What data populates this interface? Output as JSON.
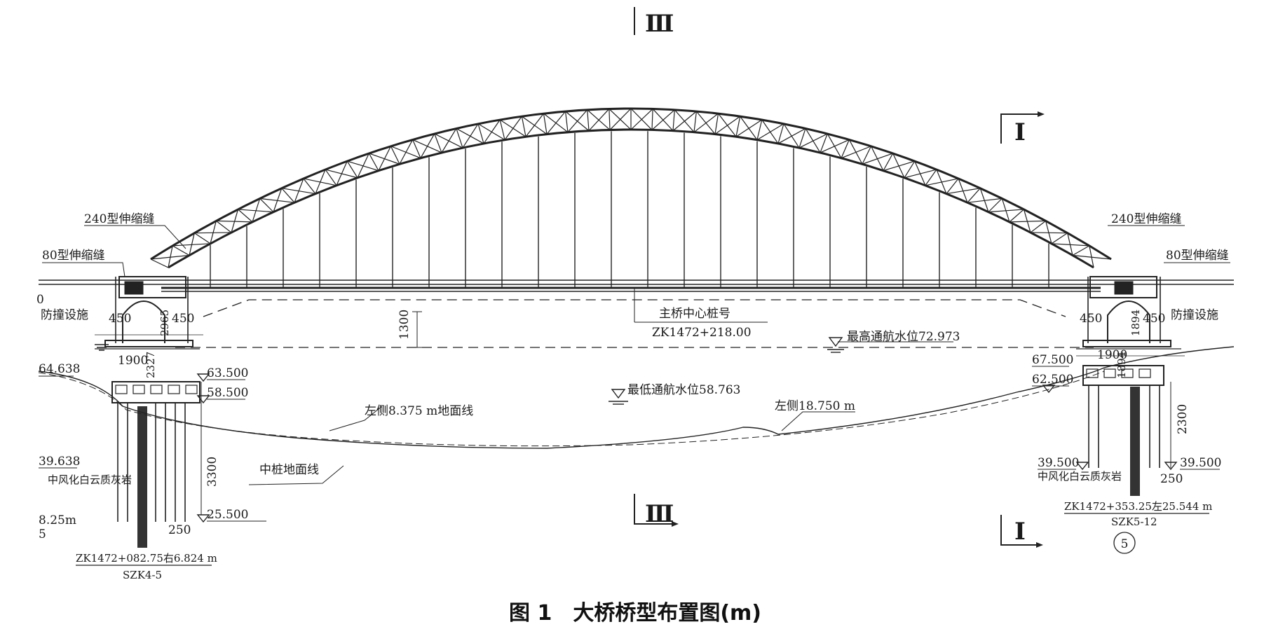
{
  "caption": "图 1　大桥桥型布置图(m)",
  "section_marks": {
    "section_3": "Ⅲ",
    "section_1": "Ⅰ"
  },
  "labels": {
    "left_exp_240": "240型伸缩缝",
    "left_exp_80": "80型伸缩缝",
    "right_exp_240": "240型伸缩缝",
    "right_exp_80": "80型伸缩缝",
    "left_anti_collision": "防撞设施",
    "right_anti_collision": "防撞设施",
    "main_center_title": "主桥中心桩号",
    "main_center_station": "ZK1472+218.00",
    "highest_water": "最高通航水位72.973",
    "lowest_water": "最低通航水位58.763",
    "left_ground_1": "左侧8.375 m地面线",
    "left_ground_2": "左侧18.750 m",
    "middle_ground": "中桩地面线",
    "left_rock": "中风化白云质灰岩",
    "right_rock": "中风化白云质灰岩",
    "left_station": "ZK1472+082.75右6.824 m",
    "left_borehole": "SZK4-5",
    "right_station": "ZK1472+353.25左25.544 m",
    "right_borehole": "SZK5-12",
    "right_pier_no": "5",
    "edge_left_1": "8.25m",
    "edge_left_2": "5",
    "edge_left_3": "0"
  },
  "dims": {
    "left_450a": "450",
    "left_450b": "450",
    "left_1900": "1900",
    "left_2965": "2965",
    "left_2327": "2327",
    "right_450a": "450",
    "right_450b": "450",
    "right_1900": "1900",
    "right_1894": "1894",
    "right_1894b": "1894",
    "clearance_1300": "1300",
    "left_3300": "3300",
    "left_250": "250",
    "right_2300": "2300",
    "right_250": "250"
  },
  "elevations": {
    "left_6450": "64.638",
    "left_63500": "63.500",
    "left_58500": "58.500",
    "left_39638": "39.638",
    "left_25500": "25.500",
    "right_67500": "67.500",
    "right_62500": "62.500",
    "right_39500a": "39.500",
    "right_39500b": "39.500"
  }
}
